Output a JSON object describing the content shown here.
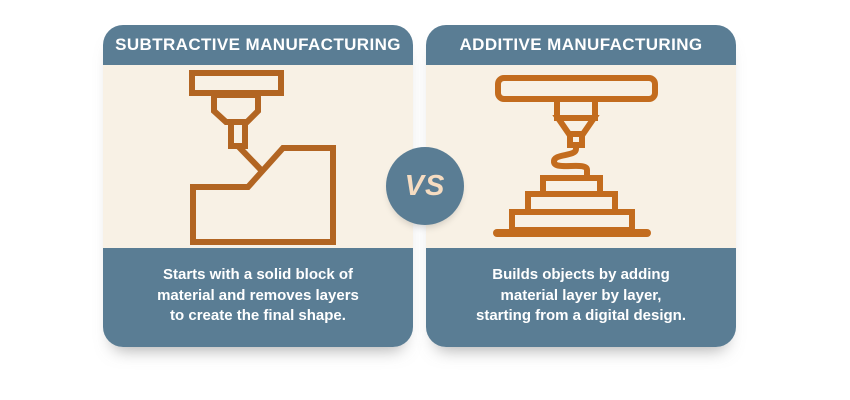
{
  "page": {
    "background": "#ffffff"
  },
  "palette": {
    "slate_blue": "#5a7d94",
    "cream_body": "#f8f1e5",
    "icon_orange_left": "#b26522",
    "icon_orange_right": "#c36c1e",
    "header_text": "#ffffff",
    "footer_text": "#ffffff",
    "vs_text": "#f6dcc1"
  },
  "vs_badge": {
    "label": "VS"
  },
  "cards": [
    {
      "title": "SUBTRACTIVE MANUFACTURING",
      "icon": "cnc-milling-machine-icon",
      "description_lines": [
        "Starts with a solid block of",
        "material and removes layers",
        "to create the final shape."
      ]
    },
    {
      "title": "ADDITIVE MANUFACTURING",
      "icon": "3d-printer-icon",
      "description_lines": [
        "Builds objects by adding",
        "material layer by layer,",
        "starting from a digital design."
      ]
    }
  ]
}
